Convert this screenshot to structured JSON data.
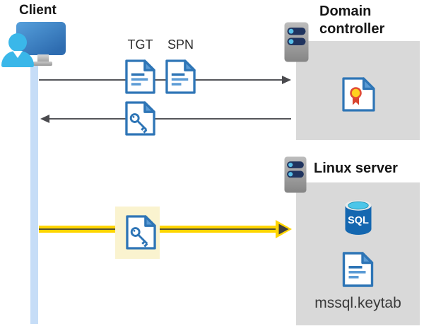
{
  "labels": {
    "client": "Client",
    "domain_controller": "Domain controller",
    "linux_server": "Linux server",
    "tgt": "TGT",
    "spn": "SPN",
    "sql": "SQL",
    "keytab": "mssql.keytab"
  },
  "icons": {
    "client_device": "monitor-user-icon",
    "domain_controller": "server-icon",
    "linux_server": "server-icon",
    "tgt_request": "document-icon",
    "spn_request": "document-icon",
    "ticket_response": "key-document-icon",
    "session_ticket": "key-document-icon",
    "certificate": "certificate-document-icon",
    "database": "sql-database-icon",
    "keytab_file": "document-icon"
  },
  "colors": {
    "doc_blue": "#2e75b6",
    "doc_blue_light": "#5b9bd5",
    "lifeline_blue": "#c6ddf7",
    "person_cyan": "#3ab7e9",
    "monitor_blue": "#2e6cb0",
    "container_gray": "#d9d9d9",
    "arrow_gray": "#55565a",
    "yellow_arrow": "#ffd500",
    "highlight_yellow": "#faf3cf",
    "server_navy": "#20345f",
    "server_dot_blue": "#58bfe8",
    "sql_body_blue": "#1467b0",
    "sql_top_cyan": "#4cc6e9",
    "seal_yellow": "#ffd21f",
    "seal_red": "#d9442f"
  }
}
